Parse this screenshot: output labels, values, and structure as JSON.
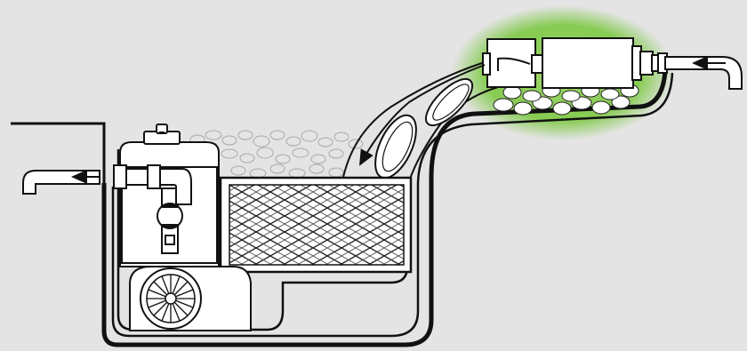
{
  "diagram": {
    "type": "pond-filtration-cross-section",
    "labels": [],
    "colors": {
      "background": "#e4e4e4",
      "highlight_glow": "#7ec84a",
      "line": "#111111",
      "fill": "#ffffff"
    },
    "components": [
      "pump-vault",
      "submersible-pump",
      "check-valve",
      "outlet-pipe",
      "filter-mat-bed",
      "gravel-stream",
      "skimmer-inlet",
      "uv-clarifier-unit",
      "inlet-pipe",
      "flow-arrows",
      "pond-liner"
    ]
  }
}
